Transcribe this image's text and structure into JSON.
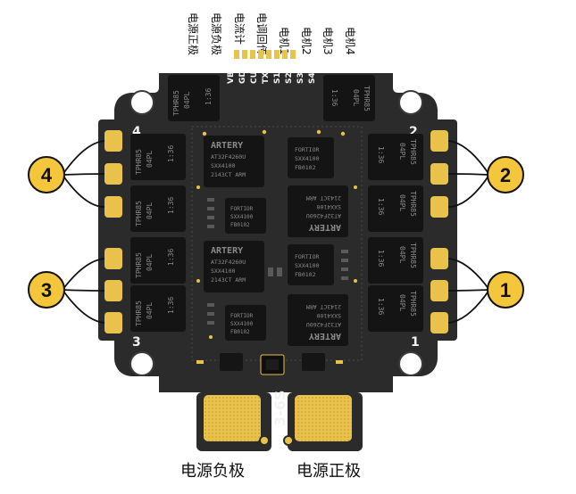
{
  "top_labels": [
    "电源正极",
    "电源负极",
    "电流计",
    "电调回传",
    "电机1",
    "电机2",
    "电机3",
    "电机4"
  ],
  "pin_labels": [
    "VB",
    "GD",
    "CU",
    "TX",
    "S1",
    "S2",
    "S3",
    "S4"
  ],
  "corner_numbers": {
    "top_left": "4",
    "top_right": "2",
    "bottom_left": "3",
    "bottom_right": "1"
  },
  "voltage_label": "3-6S",
  "badges": {
    "left_top": "4",
    "left_bottom": "3",
    "right_top": "2",
    "right_bottom": "1"
  },
  "bottom_labels": {
    "negative": "电源负极",
    "positive": "电源正极"
  },
  "mosfet": {
    "line1": "TPHR85",
    "line2": "04PL",
    "line3": "1:36"
  },
  "mcu": {
    "brand": "ARTERY",
    "line1": "AT32F4260U",
    "line2": "SXX4100",
    "line3": "2143CT  ARM"
  },
  "driver": {
    "brand": "FORTIOR",
    "line1": "SXX4100",
    "line2": "FB0102"
  },
  "colors": {
    "board": "#2b2b2b",
    "gold": "#e8c24a",
    "badge": "#f3c63c",
    "chip": "#141414"
  }
}
